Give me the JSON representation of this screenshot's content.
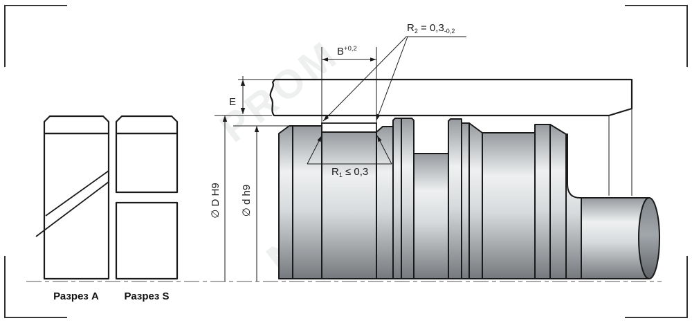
{
  "drawing": {
    "title": "seal-groove-assembly-drawing",
    "watermark": {
      "text": "PROM",
      "accent": "N"
    },
    "colors": {
      "line": "#1a1a1a",
      "housing": "#c2c5c8",
      "centerline": "#8d8d8d",
      "background": "#ffffff"
    },
    "labels": {
      "section_a": "Разрез А",
      "section_s": "Разрез S",
      "dim_e": "E",
      "dim_b": {
        "pre": "B",
        "tol": "+0,2"
      },
      "dia_bore": "∅ D H9",
      "dia_rod": "∅ d h9",
      "r1": {
        "pre": "R",
        "sub": "1",
        "val": " ≤ 0,3"
      },
      "r2": {
        "pre": "R",
        "sub": "2",
        "val": " = 0,3",
        "tol": "-0,2"
      }
    }
  }
}
